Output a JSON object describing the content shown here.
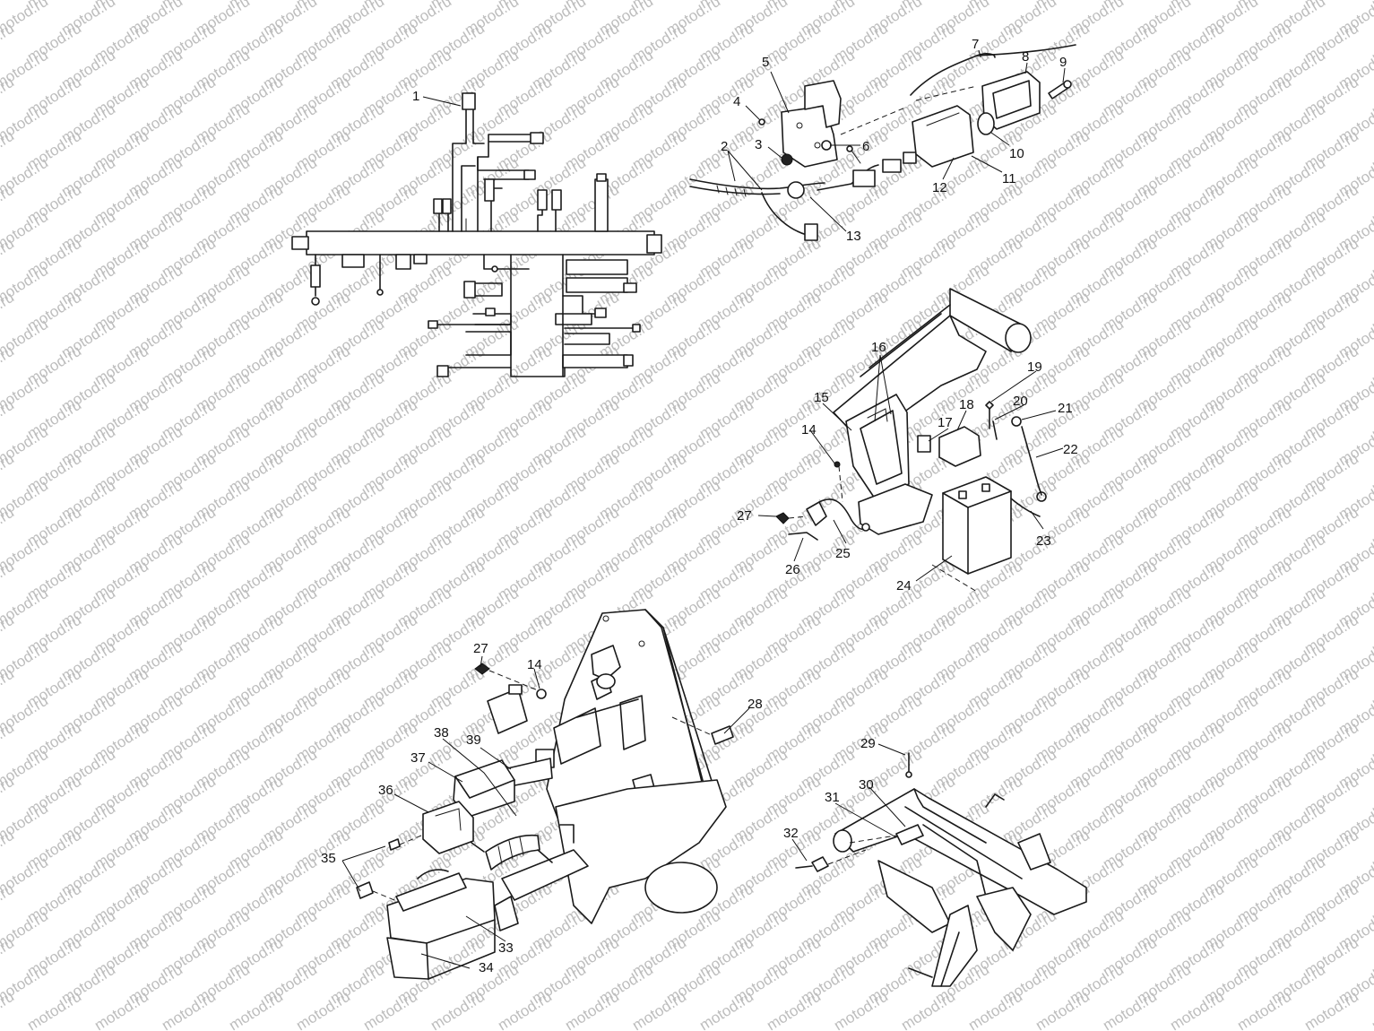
{
  "watermark": {
    "text": "motod.ru",
    "color": "#bdbdbd"
  },
  "callouts": [
    {
      "id": "1",
      "label": "1"
    },
    {
      "id": "2",
      "label": "2"
    },
    {
      "id": "3",
      "label": "3"
    },
    {
      "id": "4",
      "label": "4"
    },
    {
      "id": "5",
      "label": "5"
    },
    {
      "id": "6",
      "label": "6"
    },
    {
      "id": "7",
      "label": "7"
    },
    {
      "id": "8",
      "label": "8"
    },
    {
      "id": "9",
      "label": "9"
    },
    {
      "id": "10",
      "label": "10"
    },
    {
      "id": "11",
      "label": "11"
    },
    {
      "id": "12",
      "label": "12"
    },
    {
      "id": "13",
      "label": "13"
    },
    {
      "id": "14a",
      "label": "14"
    },
    {
      "id": "15",
      "label": "15"
    },
    {
      "id": "16",
      "label": "16"
    },
    {
      "id": "17",
      "label": "17"
    },
    {
      "id": "18",
      "label": "18"
    },
    {
      "id": "19",
      "label": "19"
    },
    {
      "id": "20",
      "label": "20"
    },
    {
      "id": "21",
      "label": "21"
    },
    {
      "id": "22",
      "label": "22"
    },
    {
      "id": "23",
      "label": "23"
    },
    {
      "id": "24",
      "label": "24"
    },
    {
      "id": "25",
      "label": "25"
    },
    {
      "id": "26",
      "label": "26"
    },
    {
      "id": "27a",
      "label": "27"
    },
    {
      "id": "27b",
      "label": "27"
    },
    {
      "id": "14b",
      "label": "14"
    },
    {
      "id": "28",
      "label": "28"
    },
    {
      "id": "29",
      "label": "29"
    },
    {
      "id": "30",
      "label": "30"
    },
    {
      "id": "31",
      "label": "31"
    },
    {
      "id": "32",
      "label": "32"
    },
    {
      "id": "33",
      "label": "33"
    },
    {
      "id": "34",
      "label": "34"
    },
    {
      "id": "35",
      "label": "35"
    },
    {
      "id": "36",
      "label": "36"
    },
    {
      "id": "37",
      "label": "37"
    },
    {
      "id": "38",
      "label": "38"
    },
    {
      "id": "39",
      "label": "39"
    }
  ]
}
